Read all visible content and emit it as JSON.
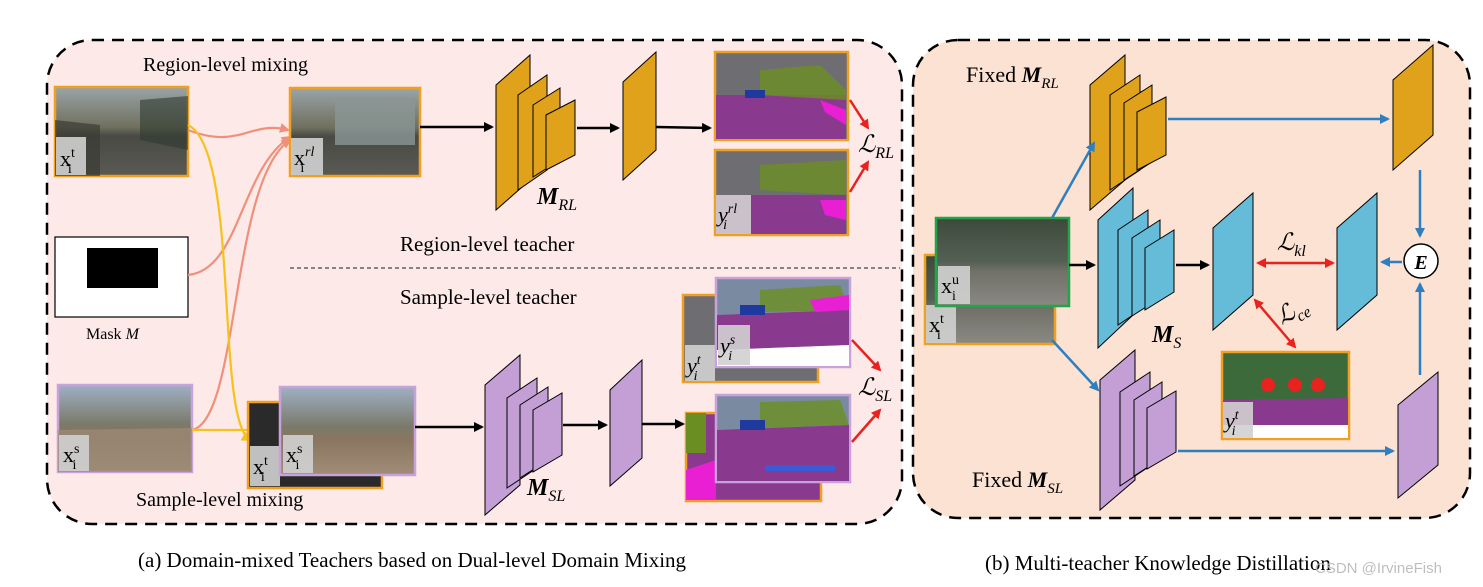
{
  "panel_a": {
    "region_mixing_label": "Region-level mixing",
    "sample_mixing_label": "Sample-level mixing",
    "region_teacher_label": "Region-level teacher",
    "sample_teacher_label": "Sample-level teacher",
    "mask_label": "Mask",
    "mask_symbol": "M",
    "model_rl": {
      "symbol": "M",
      "sub": "RL"
    },
    "model_sl": {
      "symbol": "M",
      "sub": "SL"
    },
    "loss_rl": {
      "symbol": "ℒ",
      "sub": "RL"
    },
    "loss_sl": {
      "symbol": "ℒ",
      "sub": "SL"
    },
    "img_xt": {
      "base": "x",
      "sup": "t",
      "sub": "i"
    },
    "img_xs": {
      "base": "x",
      "sup": "s",
      "sub": "i"
    },
    "img_xrl": {
      "base": "x",
      "sup": "rl",
      "sub": "i"
    },
    "img_xs_mixed": {
      "base": "x",
      "sup": "s",
      "sub": "i"
    },
    "img_xt_mixed": {
      "base": "x",
      "sup": "t",
      "sub": "i"
    },
    "img_yrl": {
      "base": "y",
      "sup": "rl",
      "sub": "i"
    },
    "img_yt": {
      "base": "y",
      "sup": "t",
      "sub": "i"
    },
    "img_ys": {
      "base": "y",
      "sup": "s",
      "sub": "i"
    },
    "caption": "(a) Domain-mixed Teachers based on Dual-level Domain Mixing"
  },
  "panel_b": {
    "fixed_label": "Fixed",
    "model_rl": {
      "symbol": "M",
      "sub": "RL"
    },
    "model_s": {
      "symbol": "M",
      "sub": "S"
    },
    "model_sl": {
      "symbol": "M",
      "sub": "SL"
    },
    "loss_kl": {
      "symbol": "ℒ",
      "sub": "kl"
    },
    "loss_ce": {
      "symbol": "ℒ",
      "sub": "ce"
    },
    "ensemble": "E",
    "img_xu": {
      "base": "x",
      "sup": "u",
      "sub": "i"
    },
    "img_xt": {
      "base": "x",
      "sup": "t",
      "sub": "i"
    },
    "img_yt": {
      "base": "y",
      "sup": "t",
      "sub": "i"
    },
    "caption": "(b) Multi-teacher Knowledge Distillation"
  },
  "watermark": "CSDN @IrvineFish",
  "colors": {
    "panel_a_bg": "#fde9e8",
    "panel_b_bg": "#fbe2d2",
    "rl_block": "#e0a21a",
    "s_block": "#65bcd8",
    "sl_block": "#c39fd6",
    "arrow_black": "#000000",
    "arrow_blue": "#2f7fc0",
    "arrow_red": "#e8231f",
    "mix_yellow": "#f5c21a",
    "mix_salmon": "#f0907a"
  }
}
